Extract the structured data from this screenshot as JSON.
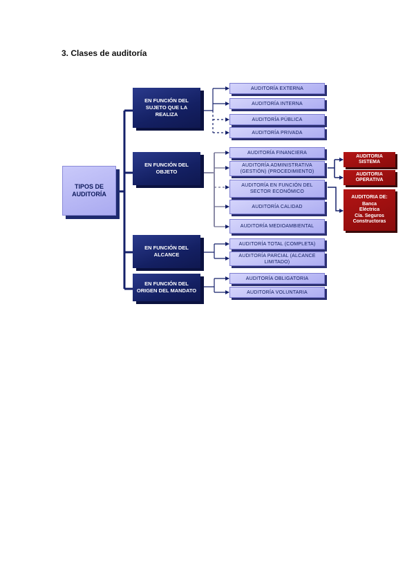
{
  "heading": "3. Clases de auditoría",
  "root": "TIPOS DE AUDITORÍA",
  "categories": [
    {
      "label": "EN FUNCIÓN DEL SUJETO QUE LA REALIZA"
    },
    {
      "label": "EN FUNCIÓN DEL OBJETO"
    },
    {
      "label": "EN FUNCIÓN DEL ALCANCE"
    },
    {
      "label": "EN FUNCIÓN DEL ORIGEN DEL MANDATO"
    }
  ],
  "leaves": [
    "AUDITORÍA EXTERNA",
    "AUDITORÍA INTERNA",
    "AUDITORÍA PÚBLICA",
    "AUDITORÍA PRIVADA",
    "AUDITORÍA FINANCIERA",
    "AUDITORÍA ADMINISTRATIVA (GESTIÓN) (PROCEDIMIENTO)",
    "AUDITORÍA EN FUNCIÓN DEL SECTOR ECONÓMICO",
    "AUDITORÍA CALIDAD",
    "AUDITORÍA MEDIOAMBIENTAL",
    "AUDITORÍA TOTAL (COMPLETA)",
    "AUDITORÍA PARCIAL (ALCANCE LIMITADO)",
    "AUDITORÍA OBLIGATORIA",
    "AUDITORÍA VOLUNTARIA"
  ],
  "sub_leaves": [
    "AUDITORIA SISTEMA",
    "AUDITORIA OPERATIVA"
  ],
  "sector": {
    "title": "AUDITORIA DE:",
    "items": [
      "Banca",
      "Eléctrica",
      "Cía. Seguros",
      "Constructoras"
    ]
  },
  "colors": {
    "category": "#142063",
    "leaf": "#b4b4f4",
    "red": "#9b0f0f",
    "connector": "#14206a"
  }
}
